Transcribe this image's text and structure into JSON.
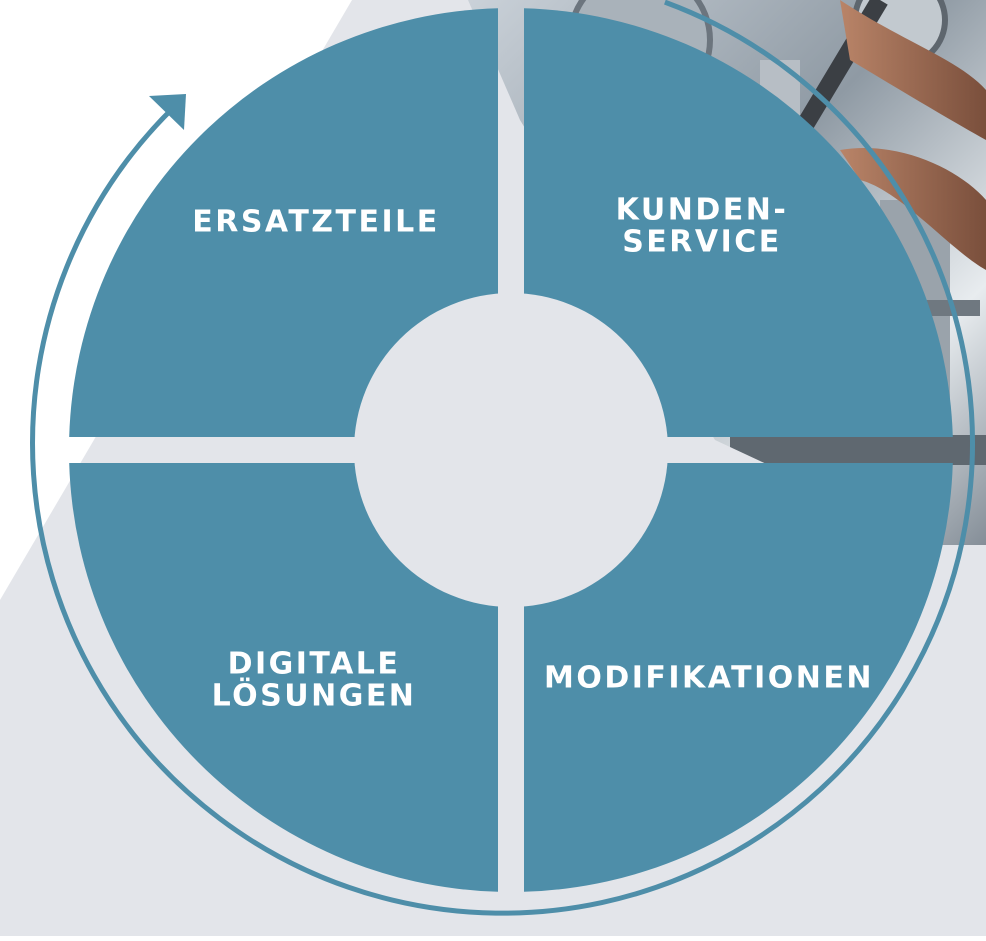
{
  "diagram": {
    "segments": [
      {
        "id": "top-left",
        "lines": [
          "ERSATZTEILE"
        ]
      },
      {
        "id": "top-right",
        "lines": [
          "KUNDEN-",
          "SERVICE"
        ]
      },
      {
        "id": "bottom-left",
        "lines": [
          "DIGITALE",
          "LÖSUNGEN"
        ]
      },
      {
        "id": "bottom-right",
        "lines": [
          "MODIFIKATIONEN"
        ]
      }
    ],
    "colors": {
      "segment": "#4e8ea9",
      "background_gray": "#e3e5ea",
      "ring_arrow": "#4e8ea9",
      "label_text": "#ffffff"
    },
    "background_photo": "industrial machinery, hands with wrench"
  }
}
